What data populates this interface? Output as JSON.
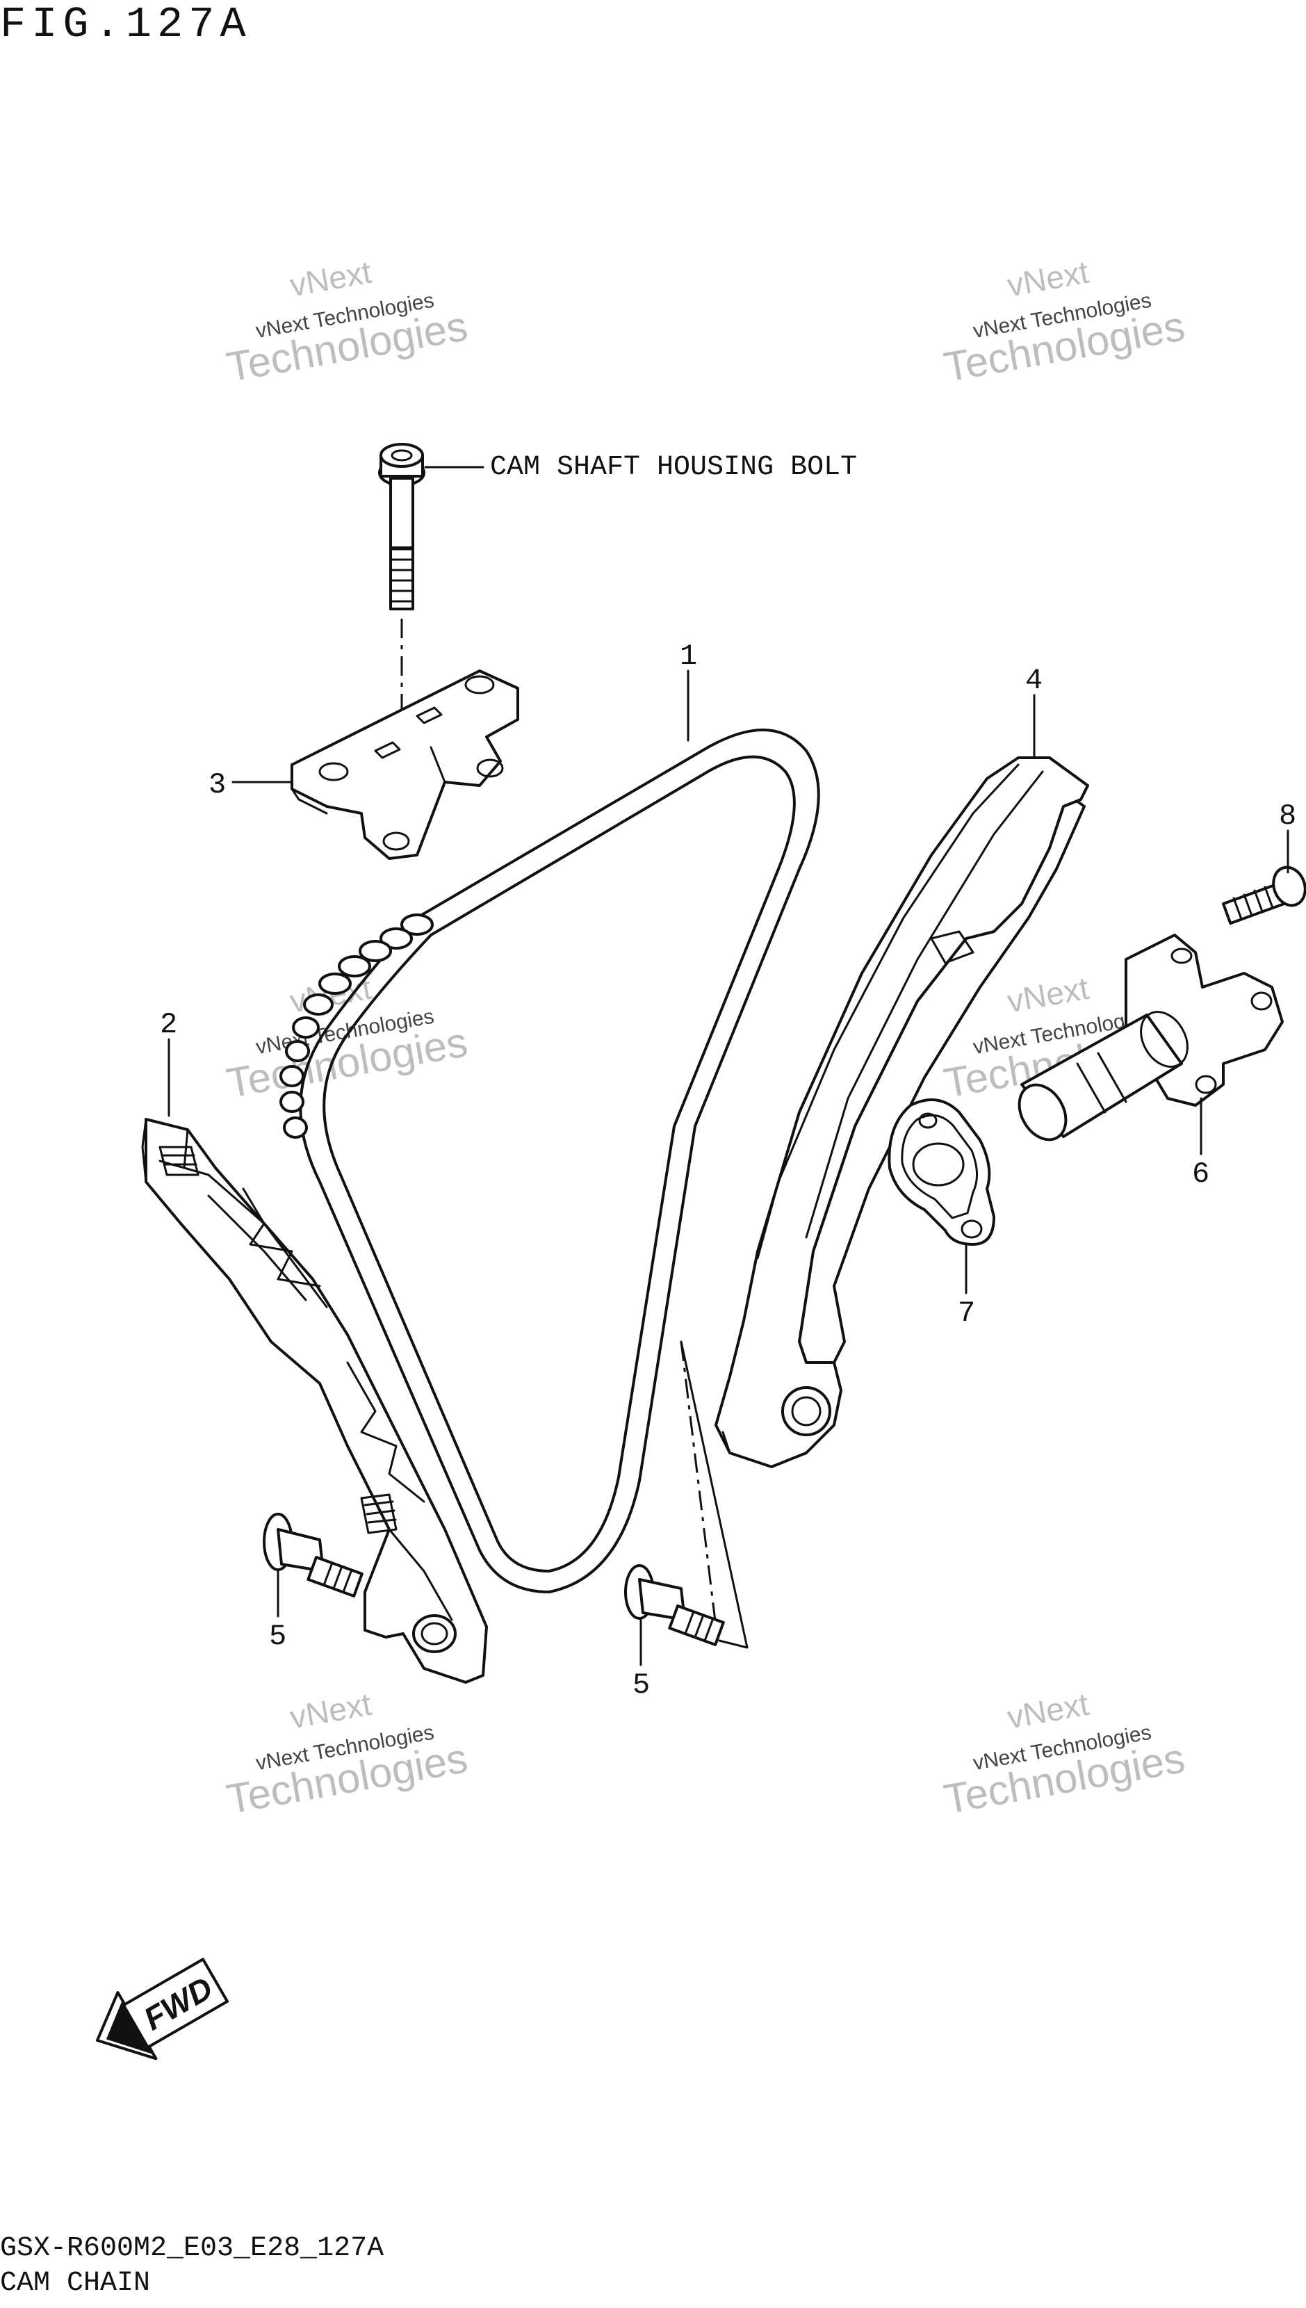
{
  "figure": {
    "title": "FIG.127A",
    "code": "GSX-R600M2_E03_E28_127A",
    "name": "CAM CHAIN"
  },
  "annotations": {
    "bolt_label": "CAM SHAFT HOUSING BOLT",
    "fwd_label": "FWD"
  },
  "callouts": [
    {
      "id": "1",
      "part": "cam-chain"
    },
    {
      "id": "2",
      "part": "chain-guide"
    },
    {
      "id": "3",
      "part": "upper-chain-guide"
    },
    {
      "id": "4",
      "part": "tensioner-guide"
    },
    {
      "id": "5",
      "part": "guide-bolt-left"
    },
    {
      "id": "5",
      "part": "guide-bolt-right"
    },
    {
      "id": "6",
      "part": "tensioner-adjuster"
    },
    {
      "id": "7",
      "part": "gasket"
    },
    {
      "id": "8",
      "part": "adjuster-bolt"
    }
  ],
  "watermark": {
    "line1": "vNext",
    "line2": "vNext Technologies",
    "line3": "Technologies"
  }
}
